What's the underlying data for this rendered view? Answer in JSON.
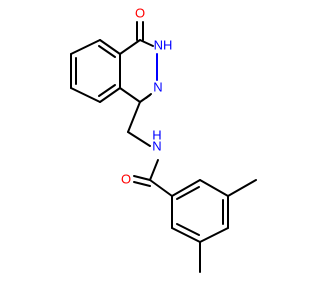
{
  "molecule": {
    "atoms": {
      "o_top": {
        "label": "O",
        "color": "#ff0000"
      },
      "nh_top": {
        "label": "NH",
        "color": "#0000ff"
      },
      "n_ring": {
        "label": "N",
        "color": "#0000ff"
      },
      "n_amide": {
        "label": "N",
        "color": "#0000ff"
      },
      "h_amide": {
        "label": "H",
        "color": "#0000ff"
      },
      "o_amide": {
        "label": "O",
        "color": "#ff0000"
      }
    }
  }
}
